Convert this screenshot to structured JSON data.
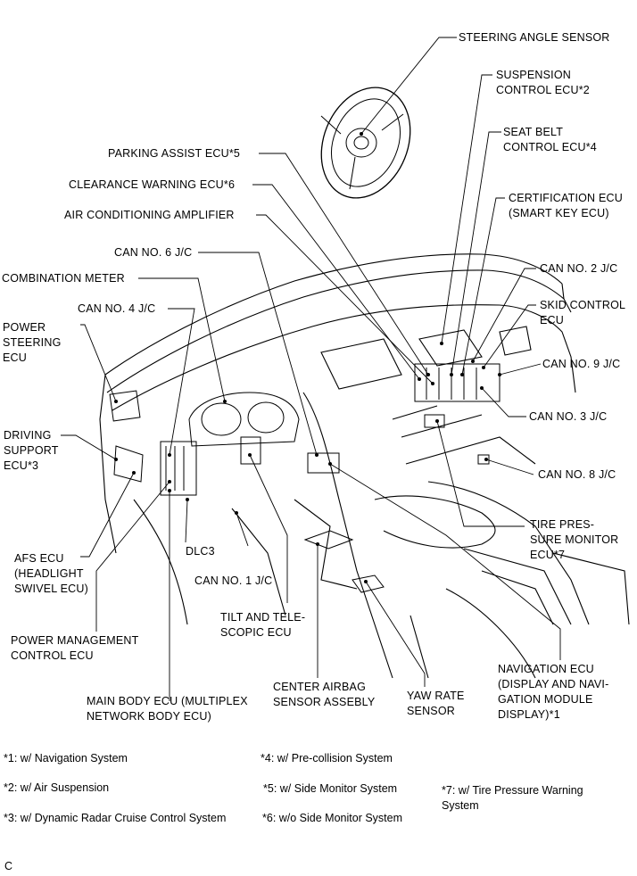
{
  "labels": {
    "steering_angle_sensor": "STEERING ANGLE SENSOR",
    "suspension_control_ecu": "SUSPENSION\nCONTROL ECU*2",
    "seat_belt_control_ecu": "SEAT BELT\nCONTROL ECU*4",
    "parking_assist_ecu": "PARKING ASSIST ECU*5",
    "clearance_warning_ecu": "CLEARANCE WARNING ECU*6",
    "certification_ecu": "CERTIFICATION ECU\n(SMART KEY ECU)",
    "air_conditioning_amplifier": "AIR CONDITIONING AMPLIFIER",
    "can_no6_jc": "CAN NO. 6 J/C",
    "can_no2_jc": "CAN NO. 2 J/C",
    "combination_meter": "COMBINATION METER",
    "skid_control_ecu": "SKID CONTROL\nECU",
    "can_no4_jc": "CAN NO. 4 J/C",
    "power_steering_ecu": "POWER\nSTEERING\nECU",
    "can_no9_jc": "CAN NO. 9 J/C",
    "can_no3_jc": "CAN NO. 3 J/C",
    "driving_support_ecu": "DRIVING\nSUPPORT\nECU*3",
    "can_no8_jc": "CAN NO. 8 J/C",
    "tire_pressure_monitor_ecu": "TIRE PRES-\nSURE MONITOR\nECU*7",
    "afs_ecu": "AFS ECU\n(HEADLIGHT\nSWIVEL ECU)",
    "dlc3": "DLC3",
    "can_no1_jc": "CAN NO. 1 J/C",
    "tilt_telescopic_ecu": "TILT AND TELE-\nSCOPIC ECU",
    "power_management_ecu": "POWER MANAGEMENT\nCONTROL ECU",
    "navigation_ecu": "NAVIGATION ECU\n(DISPLAY AND NAVI-\nGATION MODULE\nDISPLAY)*1",
    "center_airbag_sensor": "CENTER AIRBAG\nSENSOR ASSEBLY",
    "yaw_rate_sensor": "YAW RATE\nSENSOR",
    "main_body_ecu": "MAIN BODY ECU (MULTIPLEX\nNETWORK BODY ECU)"
  },
  "notes": {
    "n1": "*1: w/ Navigation System",
    "n2": "*2: w/ Air Suspension",
    "n3": "*3: w/ Dynamic Radar Cruise Control System",
    "n4": "*4: w/ Pre-collision System",
    "n5": "*5: w/ Side Monitor System",
    "n6": "*6: w/o Side Monitor System",
    "n7": "*7: w/ Tire Pressure Warning\nSystem"
  },
  "figure_code": "C"
}
